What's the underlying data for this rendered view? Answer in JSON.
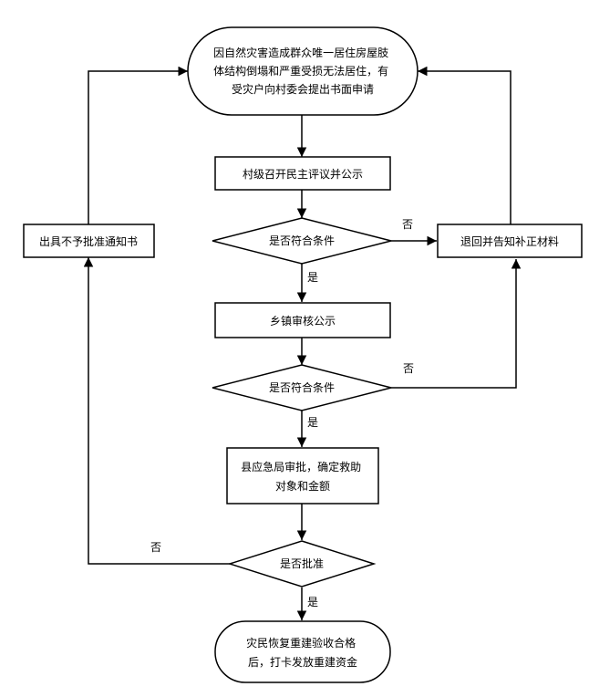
{
  "nodes": {
    "apply": {
      "lines": [
        "因自然灾害造成群众唯一居住房屋肢",
        "体结构倒塌和严重受损无法居住，有",
        "受灾户向村委会提出书面申请"
      ]
    },
    "village_review": {
      "lines": [
        "村级召开民主评议并公示"
      ]
    },
    "check_1": {
      "lines": [
        "是否符合条件"
      ]
    },
    "return_materials": {
      "lines": [
        "退回并告知补正材料"
      ]
    },
    "town_review": {
      "lines": [
        "乡镇审核公示"
      ]
    },
    "check_2": {
      "lines": [
        "是否符合条件"
      ]
    },
    "county_approval": {
      "lines": [
        "县应急局审批，确定救助",
        "对象和金额"
      ]
    },
    "approved": {
      "lines": [
        "是否批准"
      ]
    },
    "reject_notice": {
      "lines": [
        "出具不予批准通知书"
      ]
    },
    "final": {
      "lines": [
        "灾民恢复重建验收合格",
        "后，打卡发放重建资金"
      ]
    }
  },
  "edge_labels": {
    "check_1_no": "否",
    "check_1_yes": "是",
    "check_2_no": "否",
    "check_2_yes": "是",
    "approved_no": "否",
    "approved_yes": "是"
  }
}
